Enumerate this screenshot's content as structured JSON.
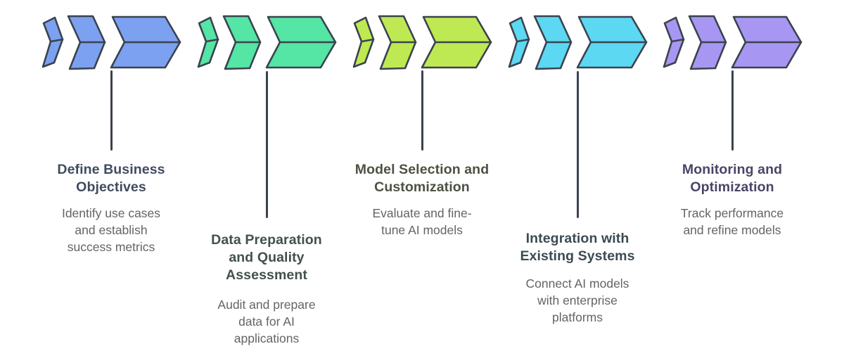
{
  "theme": {
    "background": "#FFFFFF",
    "outline_color": "#3A434F",
    "description_color": "#646464"
  },
  "groups": [
    {
      "title": "Define Business Objectives",
      "title_lines": [
        "Define Business",
        "Objectives"
      ],
      "description": "Identify use cases and establish success metrics",
      "description_lines": [
        "Identify use cases",
        "and establish",
        "success metrics"
      ],
      "arrow_color": "#7CA1F0",
      "title_color": "#414B5F"
    },
    {
      "title": "Data Preparation and Quality Assessment",
      "title_lines": [
        "Data Preparation",
        "and Quality",
        "Assessment"
      ],
      "description": "Audit and prepare data for AI applications",
      "description_lines": [
        "Audit and prepare",
        "data for AI",
        "applications"
      ],
      "arrow_color": "#55E5A4",
      "title_color": "#42514A"
    },
    {
      "title": "Model Selection and Customization",
      "title_lines": [
        "Model Selection and",
        "Customization"
      ],
      "description": "Evaluate and fine-tune AI models",
      "description_lines": [
        "Evaluate and fine-",
        "tune AI models"
      ],
      "arrow_color": "#BFE952",
      "title_color": "#4C5243"
    },
    {
      "title": "Integration with Existing Systems",
      "title_lines": [
        "Integration with",
        "Existing Systems"
      ],
      "description": "Connect AI models with enterprise platforms",
      "description_lines": [
        "Connect AI models",
        "with enterprise",
        "platforms"
      ],
      "arrow_color": "#5CD8F2",
      "title_color": "#3A4B53"
    },
    {
      "title": "Monitoring and Optimization",
      "title_lines": [
        "Monitoring and",
        "Optimization"
      ],
      "description": "Track performance and refine models",
      "description_lines": [
        "Track performance",
        "and refine models"
      ],
      "arrow_color": "#A897F2",
      "title_color": "#4A4566"
    }
  ]
}
